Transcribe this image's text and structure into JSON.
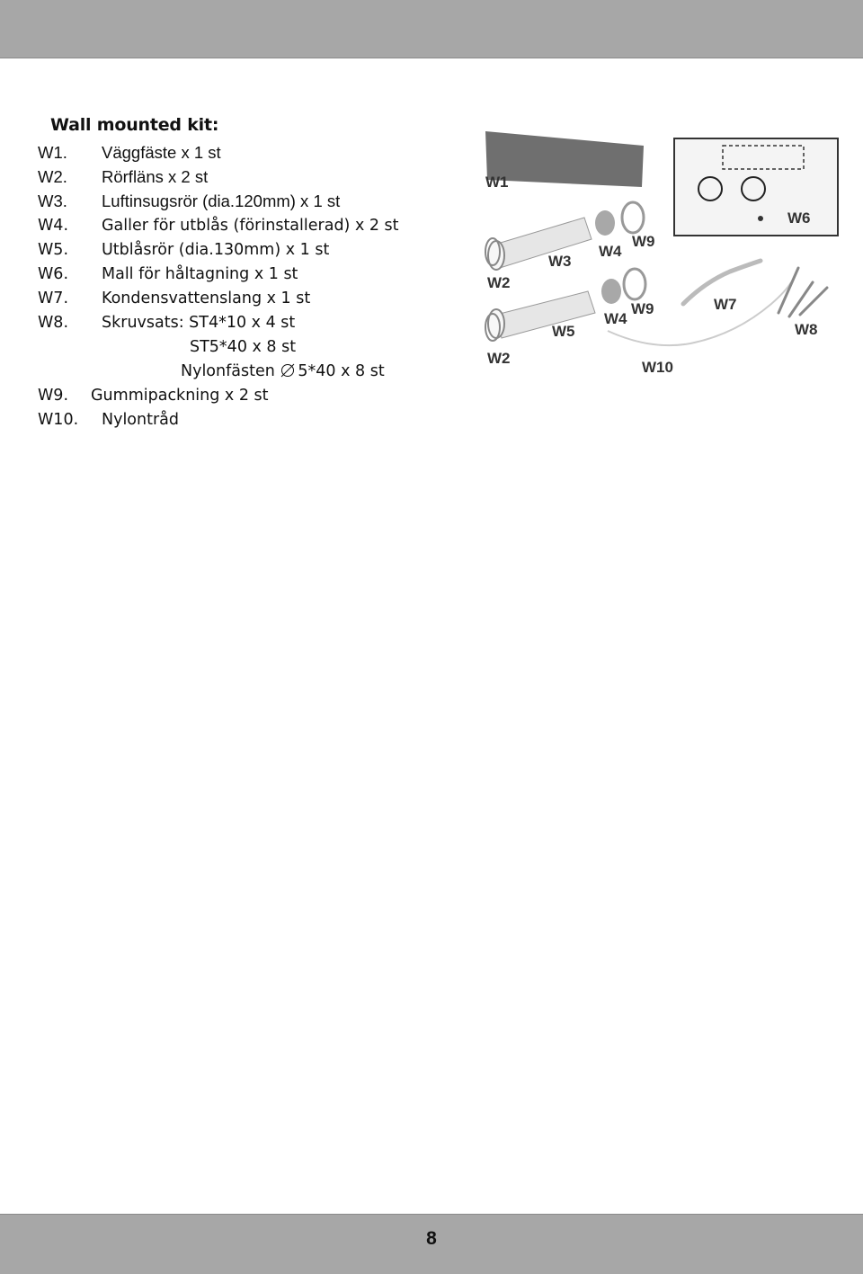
{
  "heading": "Wall mounted kit:",
  "items": [
    {
      "code": "W1.",
      "text": "Väggfäste x 1 st"
    },
    {
      "code": "W2.",
      "text": "Rörfläns x 2 st"
    },
    {
      "code": "W3.",
      "text": "Luftinsugsrör (dia.120mm) x 1 st"
    },
    {
      "code": "W4.",
      "text": "Galler för utblås (förinstallerad) x 2 st"
    },
    {
      "code": "W5.",
      "text": "Utblåsrör (dia.130mm) x 1 st"
    },
    {
      "code": "W6.",
      "text": "Mall för håltagning x 1 st"
    },
    {
      "code": "W7.",
      "text": "Kondensvattenslang x 1 st"
    },
    {
      "code": "W8.",
      "text": "Skruvsats: ST4*10 x 4 st"
    },
    {
      "code": "W9.",
      "text": "Gummipackning x 2 st"
    },
    {
      "code": "W10.",
      "text": "Nylontråd"
    }
  ],
  "w8_continuation": {
    "line1": "ST5*40 x 8 st",
    "line2": "Nylonfästen 5*40 x 8 st"
  },
  "figure_labels": {
    "w1": "W1",
    "w2a": "W2",
    "w2b": "W2",
    "w3": "W3",
    "w4a": "W4",
    "w4b": "W4",
    "w5": "W5",
    "w6": "W6",
    "w7": "W7",
    "w8": "W8",
    "w9a": "W9",
    "w9b": "W9",
    "w10": "W10"
  },
  "page_number": "8"
}
